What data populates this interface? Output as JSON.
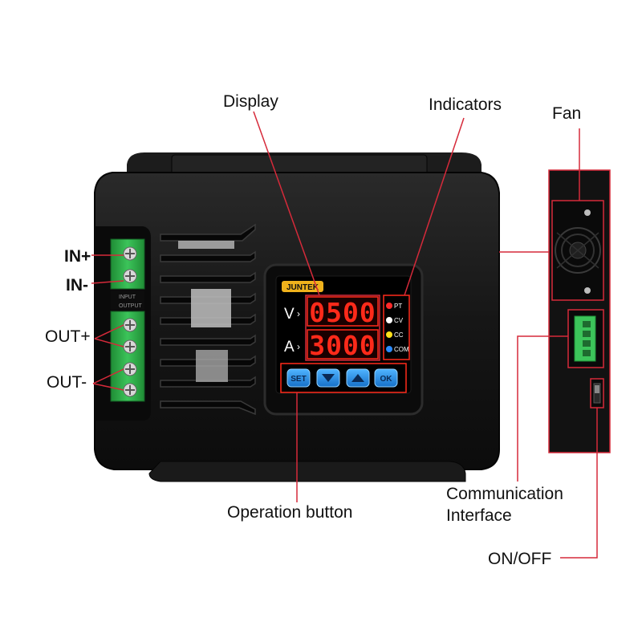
{
  "labels": {
    "display": "Display",
    "indicators": "Indicators",
    "fan": "Fan",
    "in_plus": "IN+",
    "in_minus": "IN-",
    "out_plus": "OUT+",
    "out_minus": "OUT-",
    "communication_line1": "Communication",
    "communication_line2": "Interface",
    "operation_button": "Operation button",
    "on_off": "ON/OFF"
  },
  "device": {
    "brand": "JUNTEK",
    "voltage_symbol": "V",
    "current_symbol": "A",
    "voltage_reading": "0500",
    "current_reading": "3000",
    "terminal_input": "INPUT",
    "terminal_output": "OUTPUT",
    "indicators": [
      {
        "label": "PT",
        "color": "#ff2a2a"
      },
      {
        "label": "CV",
        "color": "#ffffff"
      },
      {
        "label": "CC",
        "color": "#ffe11a"
      },
      {
        "label": "COM",
        "color": "#2a8bff"
      }
    ],
    "buttons": [
      {
        "label": "SET",
        "icon": "set-icon"
      },
      {
        "label": "",
        "icon": "down-arrow-icon"
      },
      {
        "label": "",
        "icon": "up-arrow-icon"
      },
      {
        "label": "OK",
        "icon": "ok-icon"
      }
    ]
  },
  "colors": {
    "callout_line": "#d62a3a",
    "body": "#141414",
    "terminal_green": "#2fb34a",
    "led_red": "#ff2a1a",
    "button_blue": "#1e8fe8"
  }
}
